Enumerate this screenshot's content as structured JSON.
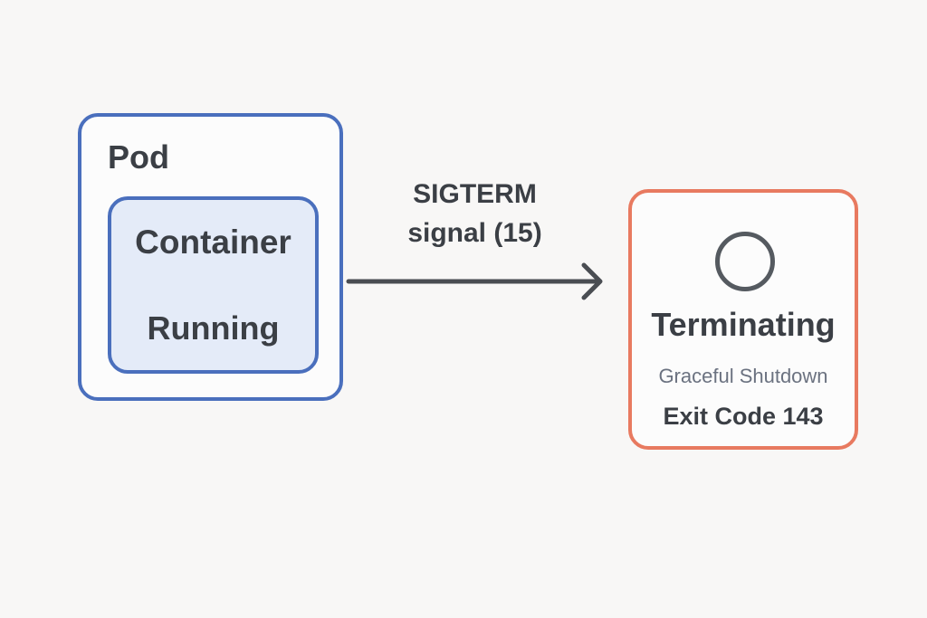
{
  "pod": {
    "title": "Pod",
    "container": {
      "title": "Container",
      "status": "Running"
    }
  },
  "signal": {
    "line1": "SIGTERM",
    "line2": "signal (15)"
  },
  "result": {
    "title": "Terminating",
    "subtitle": "Graceful Shutdown",
    "exit_code": "Exit Code 143",
    "icon": "empty-circle-icon"
  },
  "colors": {
    "pod_border": "#4a6fbd",
    "container_fill": "#e4ebf8",
    "terminating_border": "#e87a60",
    "arrow": "#4a4d52",
    "background": "#f8f7f6"
  }
}
